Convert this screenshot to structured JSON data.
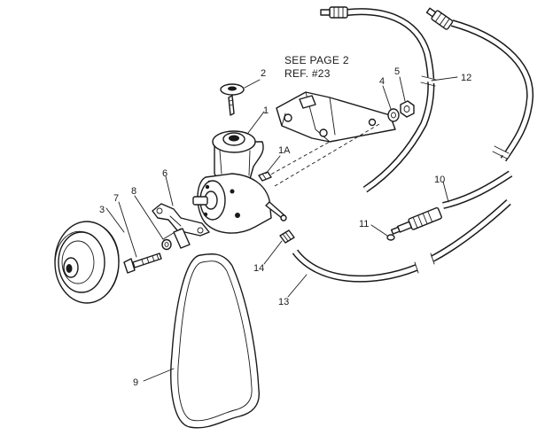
{
  "note": {
    "line1": "SEE PAGE 2",
    "line2": "REF. #23"
  },
  "callouts": {
    "c1": "1",
    "c1a": "1A",
    "c2": "2",
    "c3": "3",
    "c4": "4",
    "c5": "5",
    "c6": "6",
    "c7": "7",
    "c8": "8",
    "c9": "9",
    "c10": "10",
    "c11": "11",
    "c12": "12",
    "c13": "13",
    "c14": "14"
  }
}
